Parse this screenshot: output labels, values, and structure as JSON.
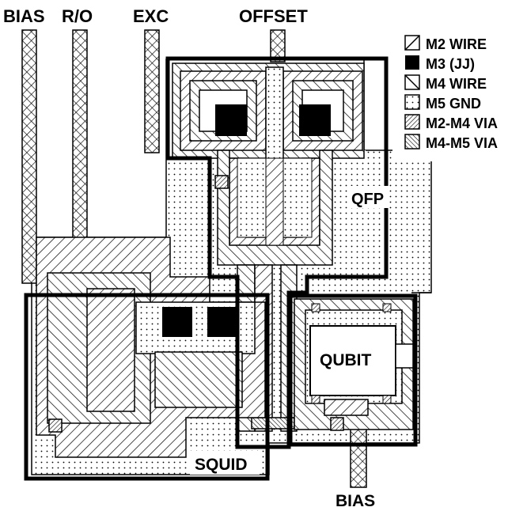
{
  "labels": {
    "top_bias": "BIAS",
    "readout": "R/O",
    "excitation": "EXC",
    "offset": "OFFSET",
    "qfp": "QFP",
    "squid": "SQUID",
    "qubit": "QUBIT",
    "bottom_bias": "BIAS"
  },
  "legend": {
    "items": [
      {
        "label": "M2 WIRE",
        "pattern": "m2-wire"
      },
      {
        "label": "M3 (JJ)",
        "pattern": "m3-jj"
      },
      {
        "label": "M4 WIRE",
        "pattern": "m4-wire"
      },
      {
        "label": "M5 GND",
        "pattern": "m5-gnd"
      },
      {
        "label": "M2-M4 VIA",
        "pattern": "m2-m4-via"
      },
      {
        "label": "M4-M5 VIA",
        "pattern": "m4-m5-via"
      }
    ]
  }
}
